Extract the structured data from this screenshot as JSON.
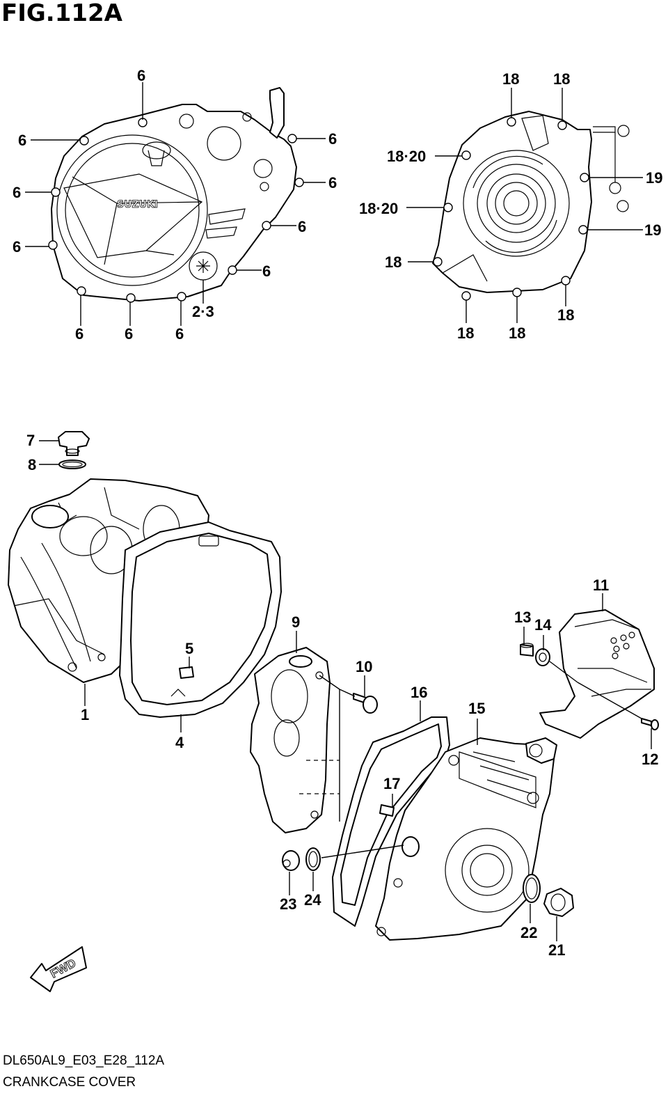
{
  "figure": {
    "title": "FIG.112A",
    "model_code": "DL650AL9_E03_E28_112A",
    "section_name": "CRANKCASE COVER",
    "fwd_label": "FWD",
    "brand_mark": "SUZUKI"
  },
  "callouts": {
    "c1": "1",
    "c23": "2·3",
    "c4": "4",
    "c5": "5",
    "c6a": "6",
    "c6b": "6",
    "c6c": "6",
    "c6d": "6",
    "c6e": "6",
    "c6f": "6",
    "c6g": "6",
    "c6h": "6",
    "c6i": "6",
    "c6j": "6",
    "c6k": "6",
    "c7": "7",
    "c8": "8",
    "c9": "9",
    "c10": "10",
    "c11": "11",
    "c12": "12",
    "c13": "13",
    "c14": "14",
    "c15": "15",
    "c16": "16",
    "c17": "17",
    "c18a": "18",
    "c18b": "18",
    "c18c": "18",
    "c18d": "18",
    "c18e": "18",
    "c18f": "18",
    "c1820a": "18·20",
    "c1820b": "18·20",
    "c19a": "19",
    "c19b": "19",
    "c21": "21",
    "c22": "22",
    "c23b": "23",
    "c24": "24"
  }
}
